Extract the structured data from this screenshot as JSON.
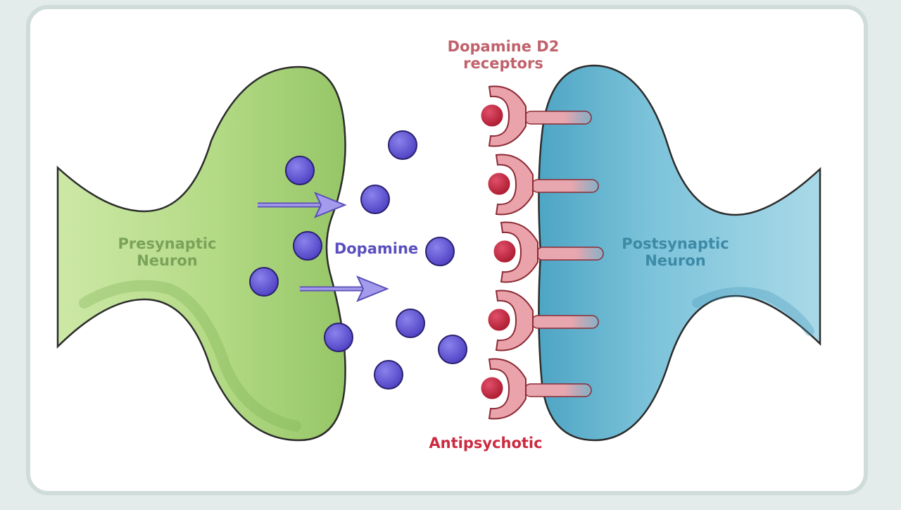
{
  "labels": {
    "presynaptic": [
      "Presynaptic",
      "Neuron"
    ],
    "postsynaptic": [
      "Postsynaptic",
      "Neuron"
    ],
    "dopamine": "Dopamine",
    "receptors": [
      "Dopamine D2",
      "receptors"
    ],
    "antipsychotic": "Antipsychotic"
  },
  "colors": {
    "presynaptic_fill": "#a8d27a",
    "postsynaptic_fill": "#5cb1cc",
    "dopamine_molecule": "#5b4fd0",
    "receptor": "#e8a6ae",
    "antipsychotic_molecule": "#c41f36",
    "arrow": "#8f86de"
  },
  "icons": {
    "molecule": "dopamine-molecule-icon",
    "receptor": "d2-receptor-icon",
    "blocker": "antipsychotic-molecule-icon",
    "arrow": "release-arrow-icon"
  }
}
